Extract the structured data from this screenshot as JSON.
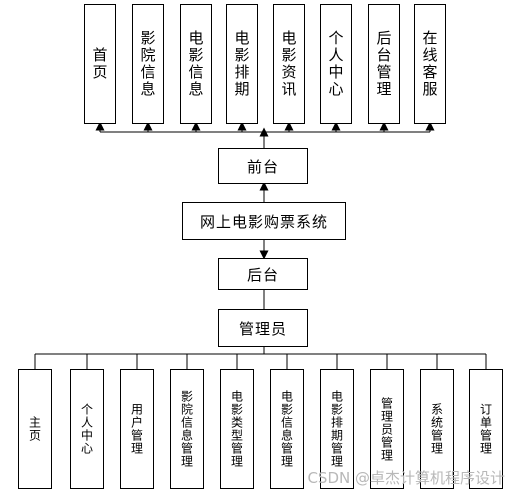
{
  "top_modules": [
    "首页",
    "影院信息",
    "电影信息",
    "电影排期",
    "电影资讯",
    "个人中心",
    "后台管理",
    "在线客服"
  ],
  "center": {
    "frontend": "前台",
    "system": "网上电影购票系统",
    "backend": "后台",
    "admin": "管理员"
  },
  "bottom_modules": [
    "主页",
    "个人中心",
    "用户管理",
    "影院信息管理",
    "电影类型管理",
    "电影信息管理",
    "电影排期管理",
    "管理员管理",
    "系统管理",
    "订单管理"
  ],
  "watermark": "CSDN @卓杰计算机程序设计"
}
